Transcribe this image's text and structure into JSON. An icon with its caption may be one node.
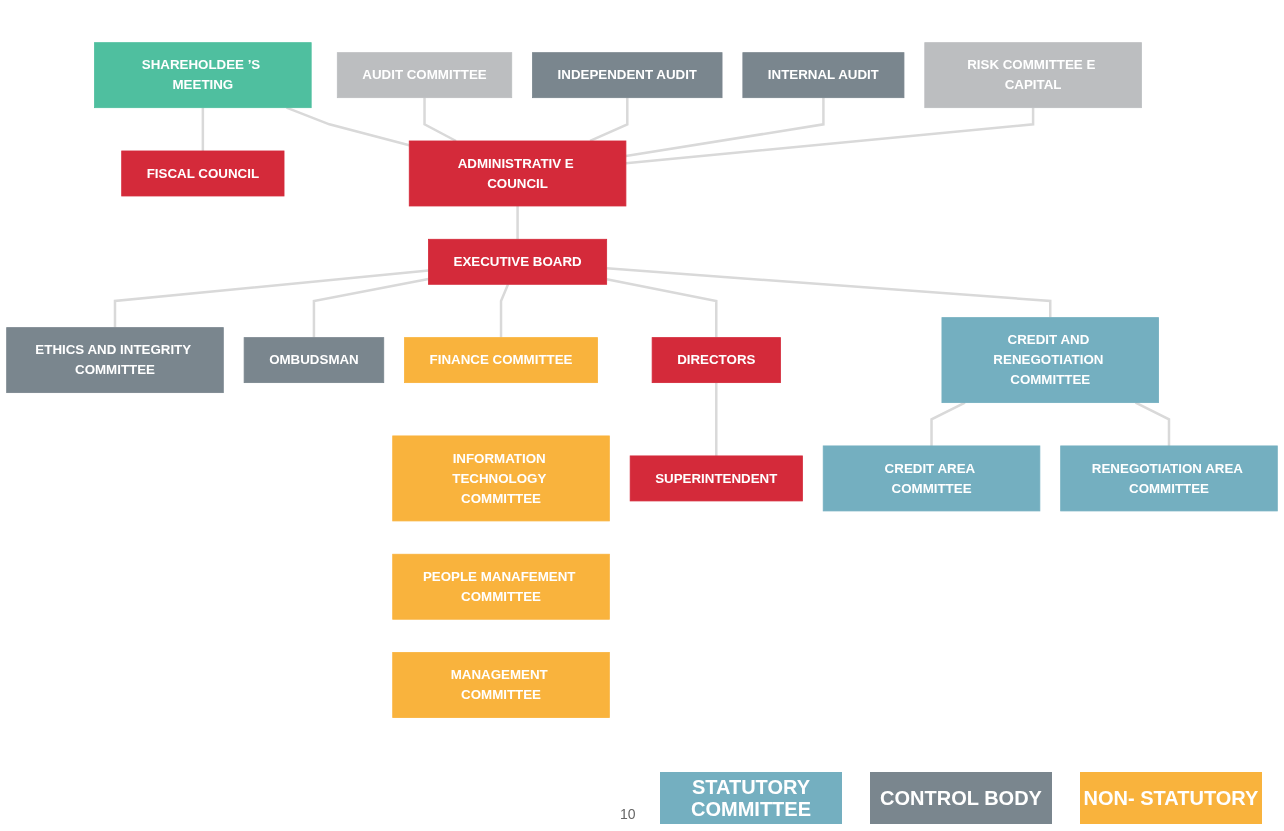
{
  "diagram": {
    "nodes": [
      {
        "text": [
          "SHAREHOLDEE ’S MEETING"
        ]
      },
      {
        "text": [
          "FISCAL COUNCIL"
        ]
      },
      {
        "text": [
          "AUDIT COMMITTEE"
        ]
      },
      {
        "text": [
          "INDEPENDENT AUDIT"
        ]
      },
      {
        "text": [
          "INTERNAL AUDIT"
        ]
      },
      {
        "text": [
          "RISK COMMITTEE E CAPITAL"
        ]
      },
      {
        "text": [
          "ADMINISTRATIV E COUNCIL"
        ]
      },
      {
        "text": [
          "ETHICS AND INTEGRITY COMMITTEE"
        ]
      },
      {
        "text": [
          "EXECUTIVE BOARD"
        ]
      },
      {
        "text": [
          "OMBUDSMAN"
        ]
      },
      {
        "text": [
          "FINANCE COMMITTEE"
        ]
      },
      {
        "text": [
          "INFORMATION TECHNOLOGY COMMITTEE"
        ]
      },
      {
        "text": [
          "PEOPLE MANAFEMENT COMMITTEE"
        ]
      },
      {
        "text": [
          "MANAGEMENT COMMITTEE"
        ]
      },
      {
        "text": [
          "DIRECTORS"
        ]
      },
      {
        "text": [
          "CREDIT AND RENEGOTIATION COMMITTEE"
        ]
      },
      {
        "text": [
          "SUPERINTENDENT"
        ]
      },
      {
        "text": [
          "CREDIT AREA COMMITTEE"
        ]
      },
      {
        "text": [
          "RENEGOTIATION AREA COMMITTEE"
        ]
      }
    ],
    "edges": [
      {
        "from": 0,
        "to": 1,
        "arrow": "none"
      },
      {
        "from": 0,
        "to": 6,
        "arrow": "none"
      },
      {
        "from": 2,
        "to": 6,
        "arrow": "none"
      },
      {
        "from": 3,
        "to": 6,
        "arrow": "none"
      },
      {
        "from": 4,
        "to": 6,
        "arrow": "none"
      },
      {
        "from": 5,
        "to": 6,
        "arrow": "none"
      },
      {
        "from": 6,
        "to": 8,
        "arrow": "none"
      },
      {
        "from": 8,
        "to": 7,
        "arrow": "none"
      },
      {
        "from": 8,
        "to": 9,
        "arrow": "none"
      },
      {
        "from": 8,
        "to": 10,
        "arrow": "none"
      },
      {
        "from": 8,
        "to": 14,
        "arrow": "none"
      },
      {
        "from": 8,
        "to": 15,
        "arrow": "none"
      },
      {
        "from": 14,
        "to": 16,
        "arrow": "none"
      },
      {
        "from": 15,
        "to": 17,
        "arrow": "none"
      },
      {
        "from": 15,
        "to": 18,
        "arrow": "none"
      }
    ],
    "labels": [
      "10"
    ],
    "legend": [
      {
        "text": "STATUTORY COMMITTEE",
        "color": "#74afc0"
      },
      {
        "text": "CONTROL BODY",
        "color": "#7a868e"
      },
      {
        "text": "NON- STATUTORY",
        "color": "#f9b33d"
      }
    ]
  }
}
